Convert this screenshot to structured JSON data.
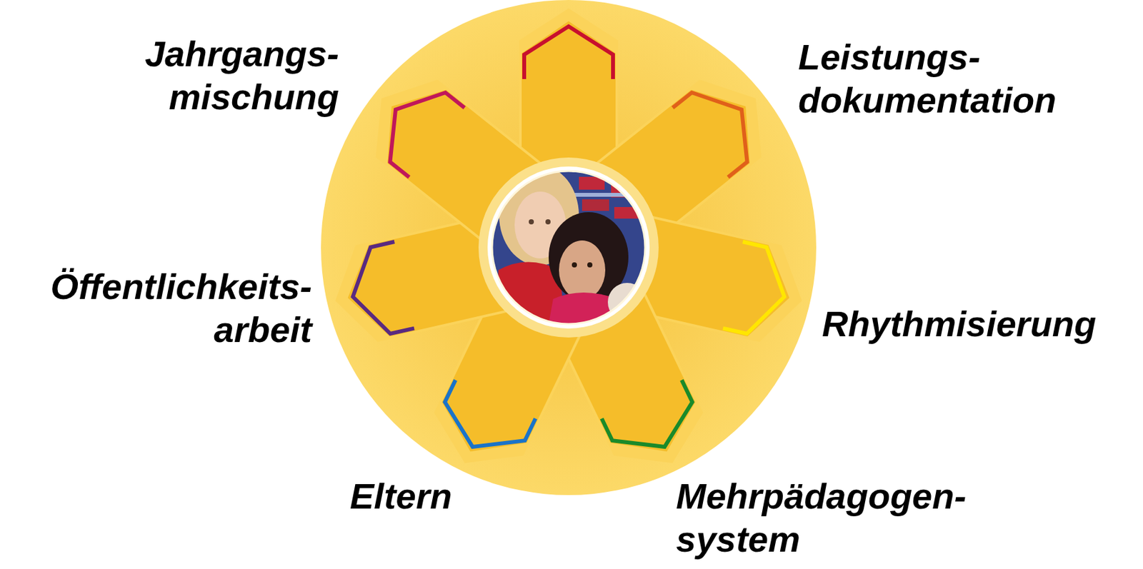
{
  "diagram": {
    "labels": [
      "Jahrgangs- mischung",
      "Leistungs- dokumentation",
      "Öffentlichkeits- arbeit",
      "Rhythmisierung",
      "Eltern",
      "Mehrpädagogen- system"
    ]
  }
}
